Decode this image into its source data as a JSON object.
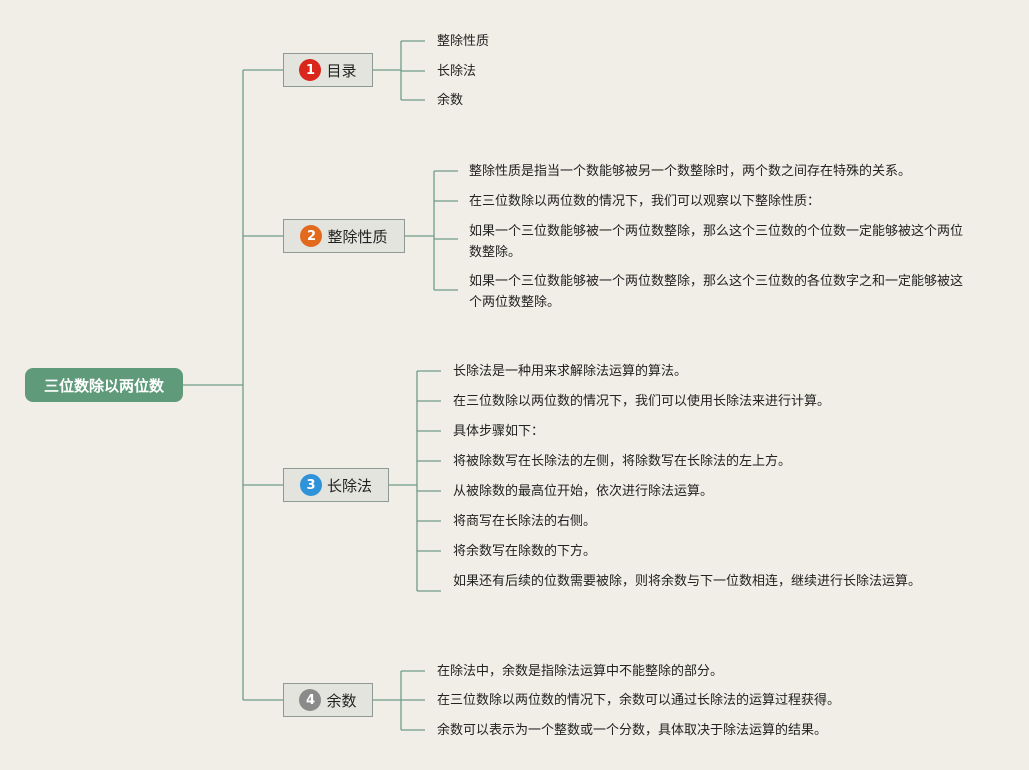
{
  "root": {
    "label": "三位数除以两位数"
  },
  "branches": [
    {
      "num": "1",
      "label": "目录",
      "color": "#d9271b",
      "items": [
        "整除性质",
        "长除法",
        "余数"
      ]
    },
    {
      "num": "2",
      "label": "整除性质",
      "color": "#e36a1c",
      "items": [
        "整除性质是指当一个数能够被另一个数整除时，两个数之间存在特殊的关系。",
        "在三位数除以两位数的情况下，我们可以观察以下整除性质：",
        "如果一个三位数能够被一个两位数整除，那么这个三位数的个位数一定能够被这个两位数整除。",
        "如果一个三位数能够被一个两位数整除，那么这个三位数的各位数字之和一定能够被这个两位数整除。"
      ]
    },
    {
      "num": "3",
      "label": "长除法",
      "color": "#2f93d9",
      "items": [
        "长除法是一种用来求解除法运算的算法。",
        "在三位数除以两位数的情况下，我们可以使用长除法来进行计算。",
        "具体步骤如下：",
        "将被除数写在长除法的左侧，将除数写在长除法的左上方。",
        "从被除数的最高位开始，依次进行除法运算。",
        "将商写在长除法的右侧。",
        "将余数写在除数的下方。",
        "如果还有后续的位数需要被除，则将余数与下一位数相连，继续进行长除法运算。"
      ]
    },
    {
      "num": "4",
      "label": "余数",
      "color": "#8a8a8a",
      "items": [
        "在除法中，余数是指除法运算中不能整除的部分。",
        "在三位数除以两位数的情况下，余数可以通过长除法的运算过程获得。",
        "余数可以表示为一个整数或一个分数，具体取决于除法运算的结果。"
      ]
    }
  ],
  "colors": {
    "line": "#6f9d88",
    "root_bg": "#5f9b7b"
  }
}
